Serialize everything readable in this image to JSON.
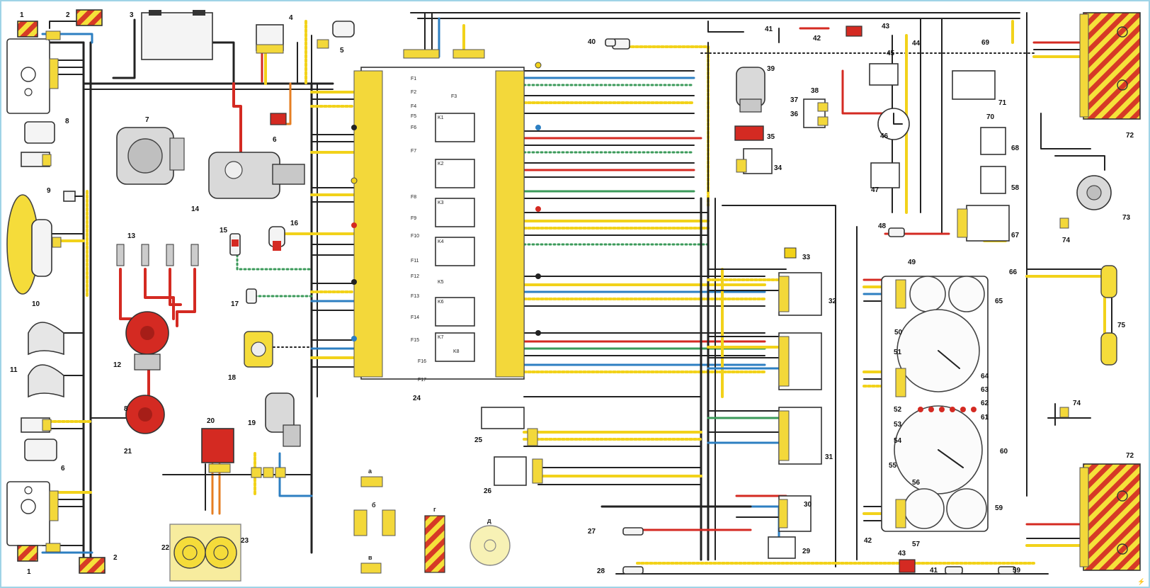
{
  "diagram": {
    "corner_mark": "⚡",
    "components": [
      {
        "id": "c1a",
        "number": "1"
      },
      {
        "id": "c2a",
        "number": "2"
      },
      {
        "id": "c3",
        "number": "3"
      },
      {
        "id": "c4",
        "number": "4"
      },
      {
        "id": "c5",
        "number": "5"
      },
      {
        "id": "c6a",
        "number": "6"
      },
      {
        "id": "c7",
        "number": "7"
      },
      {
        "id": "c8a",
        "number": "8"
      },
      {
        "id": "c9",
        "number": "9"
      },
      {
        "id": "c10",
        "number": "10"
      },
      {
        "id": "c11",
        "number": "11"
      },
      {
        "id": "c12",
        "number": "12"
      },
      {
        "id": "c13",
        "number": "13"
      },
      {
        "id": "c14",
        "number": "14"
      },
      {
        "id": "c15",
        "number": "15"
      },
      {
        "id": "c16",
        "number": "16"
      },
      {
        "id": "c17",
        "number": "17"
      },
      {
        "id": "c18",
        "number": "18"
      },
      {
        "id": "c19",
        "number": "19"
      },
      {
        "id": "c20",
        "number": "20"
      },
      {
        "id": "c21",
        "number": "21"
      },
      {
        "id": "c22",
        "number": "22"
      },
      {
        "id": "c23",
        "number": "23"
      },
      {
        "id": "c24",
        "number": "24"
      },
      {
        "id": "c25",
        "number": "25"
      },
      {
        "id": "c26",
        "number": "26"
      },
      {
        "id": "c27",
        "number": "27"
      },
      {
        "id": "c28",
        "number": "28"
      },
      {
        "id": "c29",
        "number": "29"
      },
      {
        "id": "c30",
        "number": "30"
      },
      {
        "id": "c31",
        "number": "31"
      },
      {
        "id": "c32",
        "number": "32"
      },
      {
        "id": "c33",
        "number": "33"
      },
      {
        "id": "c34",
        "number": "34"
      },
      {
        "id": "c35",
        "number": "35"
      },
      {
        "id": "c36",
        "number": "36"
      },
      {
        "id": "c37",
        "number": "37"
      },
      {
        "id": "c38",
        "number": "38"
      },
      {
        "id": "c39",
        "number": "39"
      },
      {
        "id": "c40",
        "number": "40"
      },
      {
        "id": "c41a",
        "number": "41"
      },
      {
        "id": "c42a",
        "number": "42"
      },
      {
        "id": "c43a",
        "number": "43"
      },
      {
        "id": "c44",
        "number": "44"
      },
      {
        "id": "c45",
        "number": "45"
      },
      {
        "id": "c46",
        "number": "46"
      },
      {
        "id": "c47",
        "number": "47"
      },
      {
        "id": "c48",
        "number": "48"
      },
      {
        "id": "c49",
        "number": "49"
      },
      {
        "id": "c50",
        "number": "50"
      },
      {
        "id": "c51",
        "number": "51"
      },
      {
        "id": "c52",
        "number": "52"
      },
      {
        "id": "c53",
        "number": "53"
      },
      {
        "id": "c54",
        "number": "54"
      },
      {
        "id": "c55",
        "number": "55"
      },
      {
        "id": "c56",
        "number": "56"
      },
      {
        "id": "c57",
        "number": "57"
      },
      {
        "id": "c58",
        "number": "58"
      },
      {
        "id": "c59",
        "number": "59"
      },
      {
        "id": "c60",
        "number": "60"
      },
      {
        "id": "c61",
        "number": "61"
      },
      {
        "id": "c62",
        "number": "62"
      },
      {
        "id": "c63",
        "number": "63"
      },
      {
        "id": "c64",
        "number": "64"
      },
      {
        "id": "c65",
        "number": "65"
      },
      {
        "id": "c66",
        "number": "66"
      },
      {
        "id": "c67",
        "number": "67"
      },
      {
        "id": "c68",
        "number": "68"
      },
      {
        "id": "c69",
        "number": "69"
      },
      {
        "id": "c70",
        "number": "70"
      },
      {
        "id": "c71",
        "number": "71"
      },
      {
        "id": "c72a",
        "number": "72"
      },
      {
        "id": "c73",
        "number": "73"
      },
      {
        "id": "c74a",
        "number": "74"
      },
      {
        "id": "c75",
        "number": "75"
      },
      {
        "id": "c1b",
        "number": "1"
      },
      {
        "id": "c2b",
        "number": "2"
      },
      {
        "id": "c6b",
        "number": "6"
      },
      {
        "id": "c8b",
        "number": "8"
      },
      {
        "id": "c41b",
        "number": "41"
      },
      {
        "id": "c42b",
        "number": "42"
      },
      {
        "id": "c43b",
        "number": "43"
      },
      {
        "id": "c72b",
        "number": "72"
      },
      {
        "id": "c74b",
        "number": "74"
      },
      {
        "id": "c59b",
        "number": "59"
      }
    ],
    "fuse_labels": [
      "F1",
      "F2",
      "F3",
      "F4",
      "F5",
      "F6",
      "F7",
      "F8",
      "F9",
      "F10",
      "F11",
      "F12",
      "F13",
      "F14",
      "F15",
      "F16",
      "F17"
    ],
    "relay_labels": [
      "K1",
      "K2",
      "K3",
      "K4",
      "K5",
      "K6",
      "K7",
      "K8"
    ],
    "connector_letters": [
      "а",
      "б",
      "в",
      "г",
      "д"
    ],
    "wire_colors": {
      "black": "#222222",
      "yellow": "#f2d21a",
      "red": "#d42a22",
      "blue": "#2d7fc2",
      "green": "#3b9a5a",
      "orange": "#e67e22",
      "grey": "#888888"
    }
  }
}
